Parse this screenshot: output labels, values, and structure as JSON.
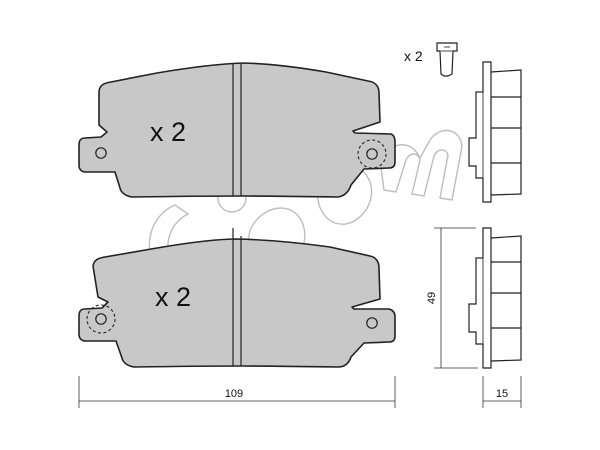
{
  "labels": {
    "top_pad_quantity": "x 2",
    "bottom_pad_quantity": "x 2",
    "pin_quantity": "x 2"
  },
  "dimensions": {
    "width": "109",
    "height": "49",
    "thickness": "15"
  },
  "colors": {
    "pad_fill": "#c8c8c8",
    "outline": "#222222",
    "watermark": "#bdbdbd"
  }
}
